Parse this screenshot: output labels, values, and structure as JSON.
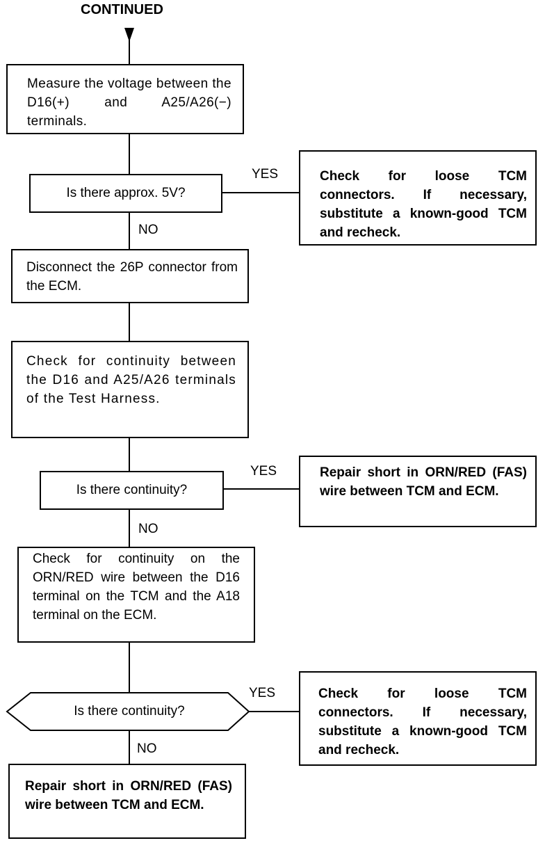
{
  "header": {
    "continued": "CONTINUED"
  },
  "steps": {
    "measure_voltage": "Measure the voltage between the D16(+) and A25/A26(−) terminals.",
    "disconnect_connector": "Disconnect the 26P connector from the ECM.",
    "check_continuity_test_harness": "Check for continuity between the D16 and A25/A26 terminals of the Test Harness.",
    "check_continuity_orn_red": "Check for continuity on the ORN/RED wire between the D16 terminal on the TCM and the A18 terminal on the ECM."
  },
  "decisions": {
    "approx_5v": "Is there approx. 5V?",
    "continuity_1": "Is there continuity?",
    "continuity_2": "Is there continuity?"
  },
  "outcomes": {
    "check_tcm_1": "Check for loose TCM connectors. If necessary, substitute a known-good TCM and recheck.",
    "repair_short_1": "Repair short in ORN/RED (FAS) wire between TCM and ECM.",
    "check_tcm_2": "Check for loose TCM connectors. If necessary, substitute a known-good TCM and recheck.",
    "repair_short_2": "Repair short in ORN/RED (FAS) wire between TCM and ECM."
  },
  "labels": {
    "yes_1": "YES",
    "no_1": "NO",
    "yes_2": "YES",
    "no_2": "NO",
    "yes_3": "YES",
    "no_3": "NO"
  }
}
